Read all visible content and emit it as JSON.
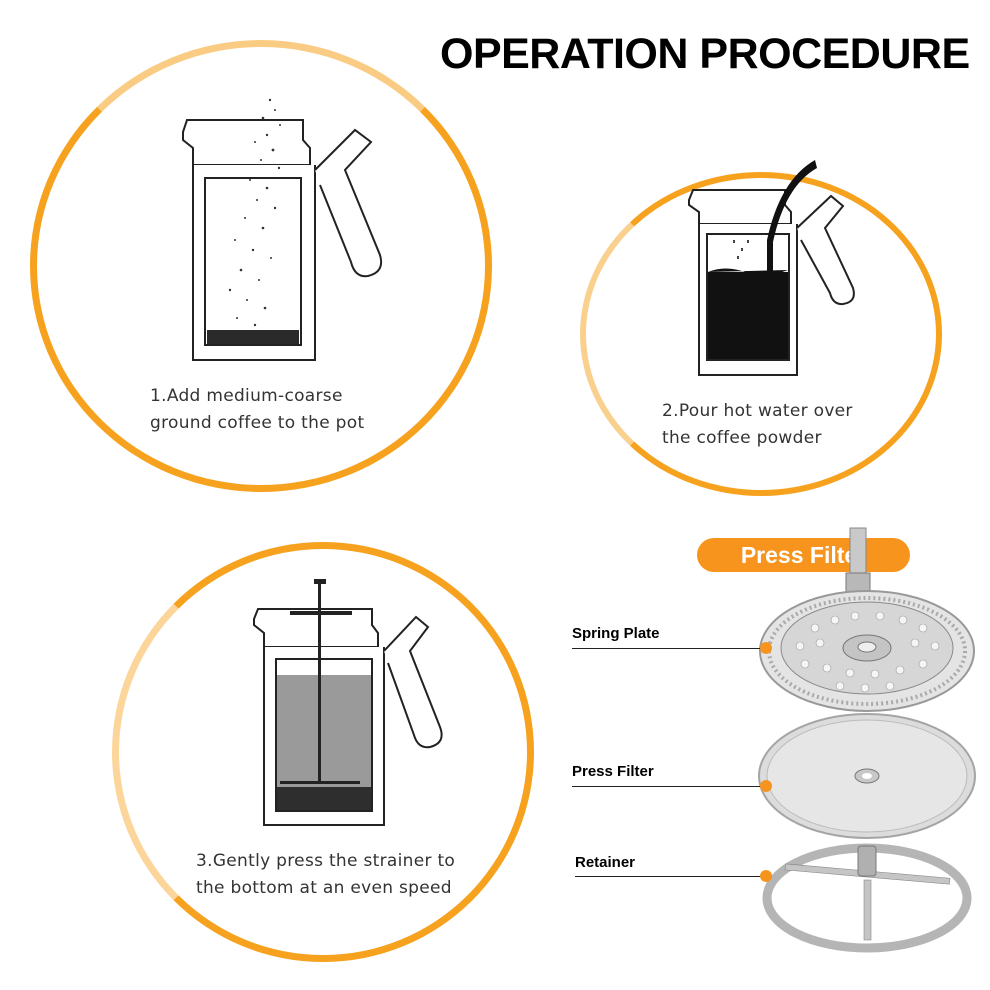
{
  "title": "OPERATION PROCEDURE",
  "steps": [
    {
      "line1": "1.Add medium-coarse",
      "line2": "ground coffee to the pot"
    },
    {
      "line1": "2.Pour hot water over",
      "line2": "the coffee powder"
    },
    {
      "line1": "3.Gently press the strainer to",
      "line2": "the bottom at an even speed"
    }
  ],
  "press_filter": {
    "heading": "Press Filter",
    "parts": [
      "Spring Plate",
      "Press Filter",
      "Retainer"
    ]
  },
  "colors": {
    "accent": "#f7941d",
    "ring": "#f6a21e",
    "coffee": "#111111"
  }
}
